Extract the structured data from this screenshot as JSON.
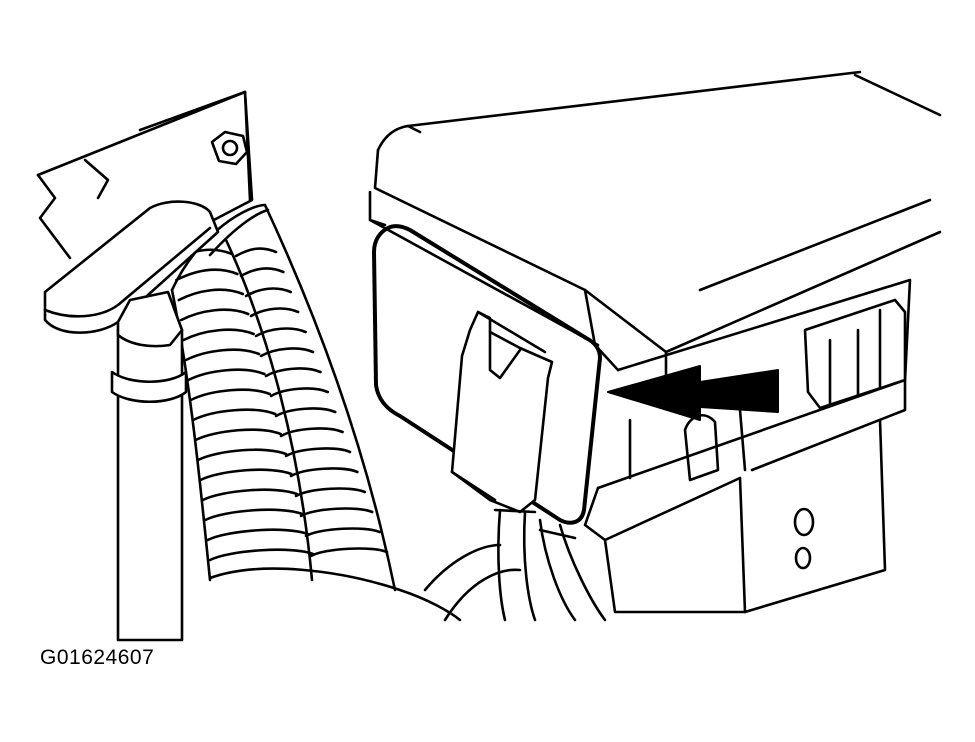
{
  "figure": {
    "id_label": "G01624607",
    "ink_color": "#000000",
    "background_color": "#ffffff"
  },
  "parts": [
    "bracket",
    "nut",
    "t-handle-lever",
    "wire-harness-conduit",
    "housing-box",
    "connector-cover",
    "arrow-indicator",
    "mounting-bracket",
    "cables"
  ],
  "icons": {
    "arrow": "left-arrow-icon",
    "nut": "hex-nut-icon"
  }
}
